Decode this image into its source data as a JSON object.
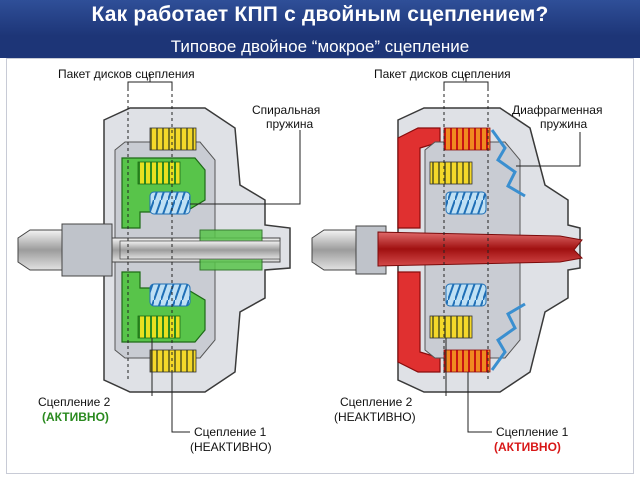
{
  "header": {
    "title": "Как работает КПП с двойным сцеплением?",
    "subtitle": "Типовое двойное “мокрое” сцепление"
  },
  "left_diagram": {
    "label_disc_pack": "Пакет дисков сцепления",
    "label_spring_1": "Спиральная",
    "label_spring_2": "пружина",
    "label_clutch2": "Сцепление 2",
    "label_clutch2_state": "(АКТИВНО)",
    "label_clutch1": "Сцепление 1",
    "label_clutch1_state": "(НЕАКТИВНО)"
  },
  "right_diagram": {
    "label_disc_pack": "Пакет дисков сцепления",
    "label_spring_1": "Диафрагменная",
    "label_spring_2": "пружина",
    "label_clutch2": "Сцепление 2",
    "label_clutch2_state": "(НЕАКТИВНО)",
    "label_clutch1": "Сцепление 1",
    "label_clutch1_state": "(АКТИВНО)"
  },
  "colors": {
    "header_bg": "#1d3577",
    "active_green": "#2a8a1f",
    "active_red": "#d81818",
    "housing_gray": "#9a9ea6",
    "disc_yellow": "#f2d41c",
    "spring_blue": "#3a8fd0"
  }
}
